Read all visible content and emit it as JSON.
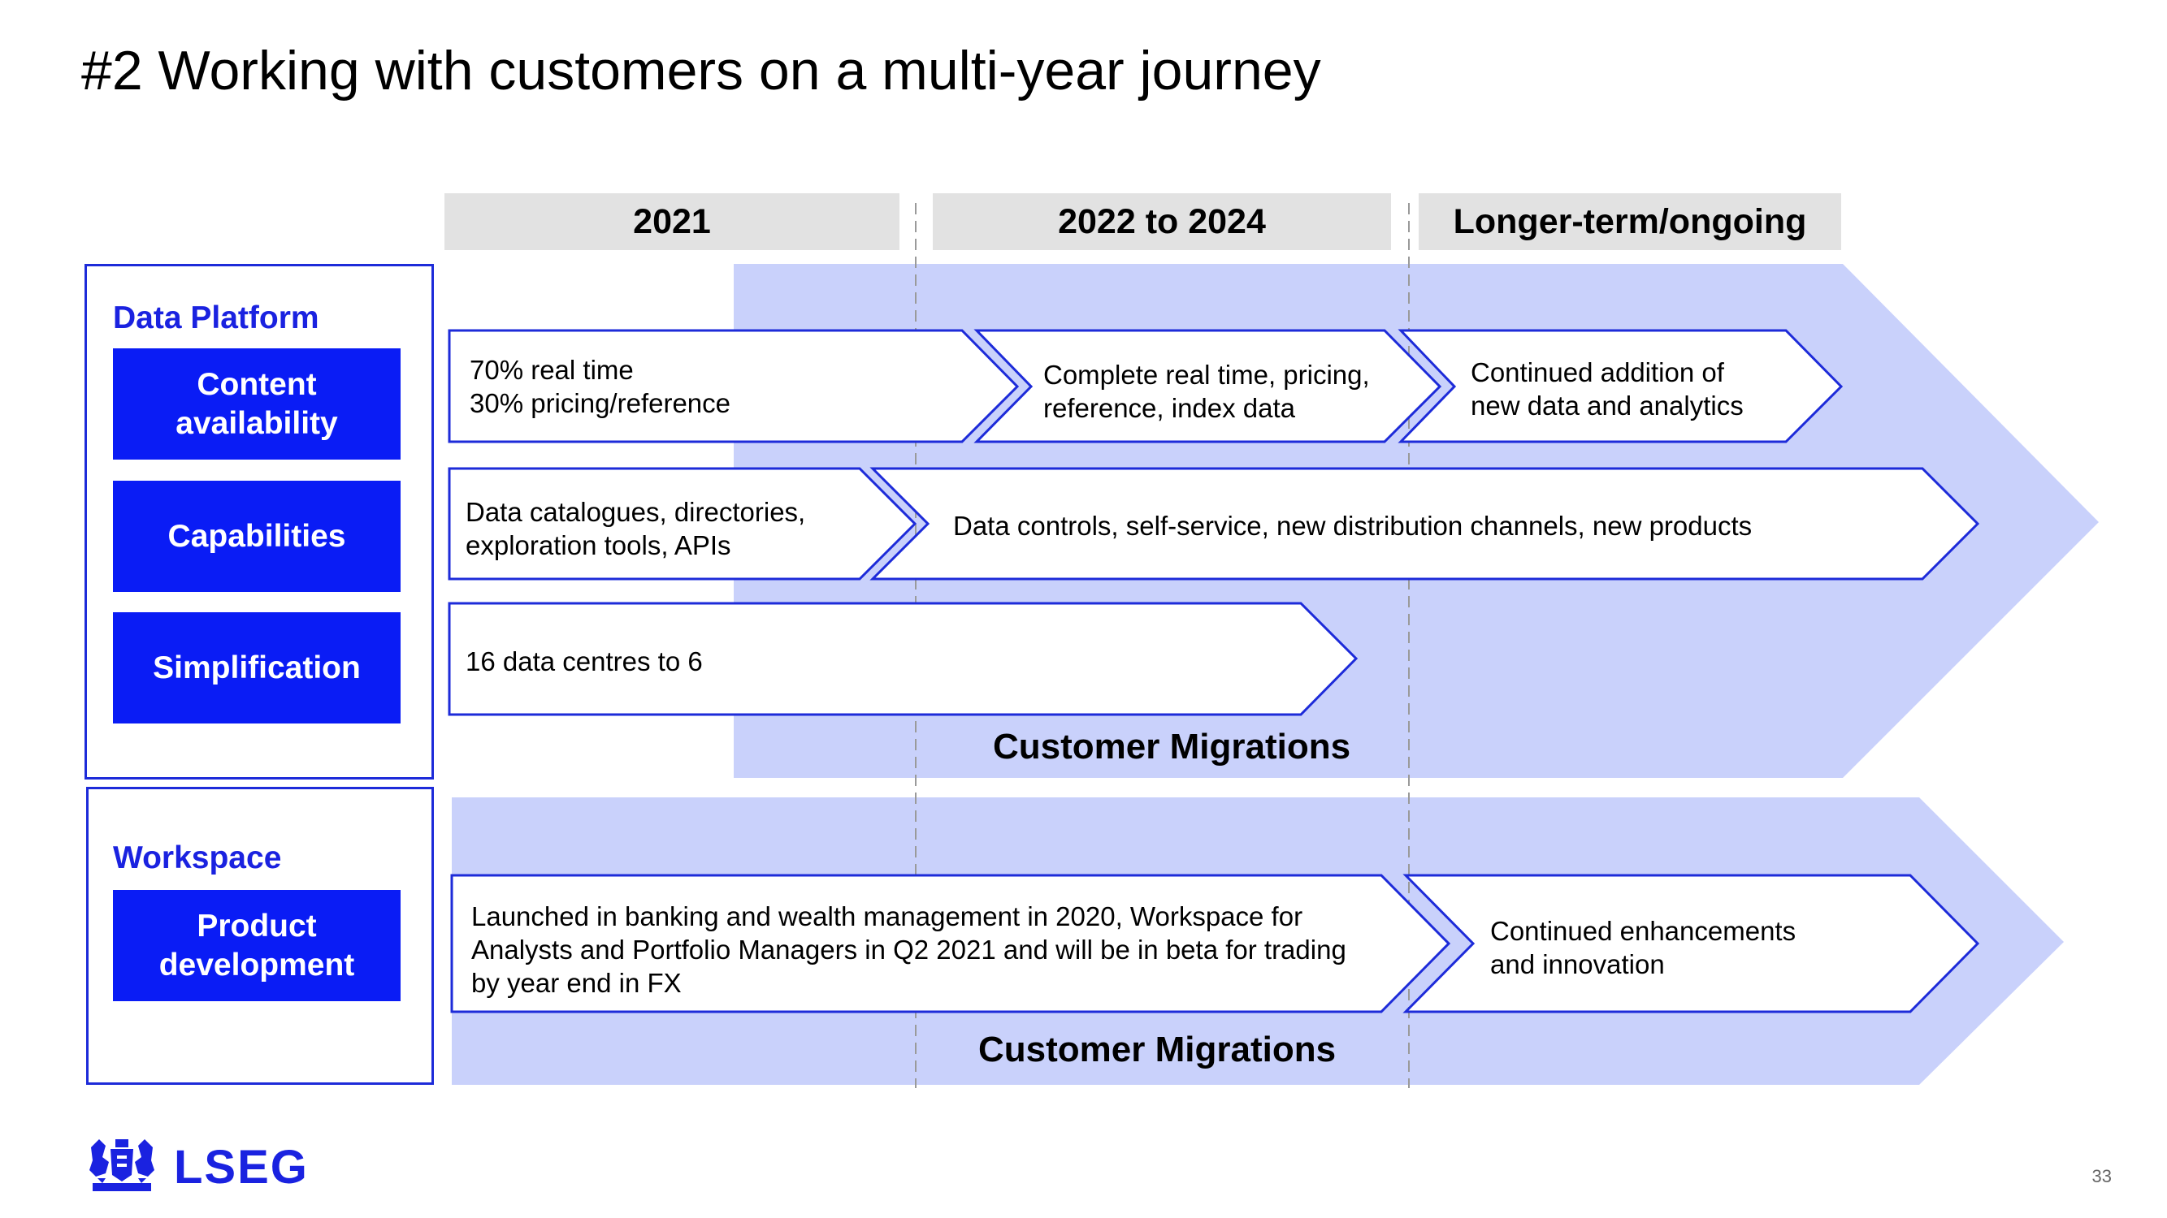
{
  "title": "#2 Working with customers on a multi-year journey",
  "columns": [
    "2021",
    "2022 to 2024",
    "Longer-term/ongoing"
  ],
  "data_platform": {
    "label": "Data Platform",
    "rows": [
      {
        "box": "Content availability",
        "steps": [
          "70% real time\n30% pricing/reference",
          "Complete real time, pricing,\nreference, index data",
          "Continued addition of\nnew data and analytics"
        ]
      },
      {
        "box": "Capabilities",
        "steps": [
          "Data catalogues, directories,\nexploration tools, APIs",
          "Data controls, self-service, new distribution channels, new products"
        ]
      },
      {
        "box": "Simplification",
        "steps": [
          "16 data centres to 6"
        ]
      }
    ],
    "migrations": "Customer Migrations"
  },
  "workspace": {
    "label": "Workspace",
    "box": "Product development",
    "steps": [
      "Launched in banking and wealth management in 2020, Workspace for\nAnalysts and Portfolio Managers in Q2 2021 and will be in beta for trading\nby year end in FX",
      "Continued enhancements\nand innovation"
    ],
    "migrations": "Customer Migrations"
  },
  "logo_text": "LSEG",
  "page_number": "33",
  "colors": {
    "accent_blue": "#0a1cf5",
    "band": "#c9d1fb",
    "header_bg": "#e2e2e2",
    "outline": "#1d2bd9"
  },
  "icons": [
    "lseg-crest-icon"
  ]
}
